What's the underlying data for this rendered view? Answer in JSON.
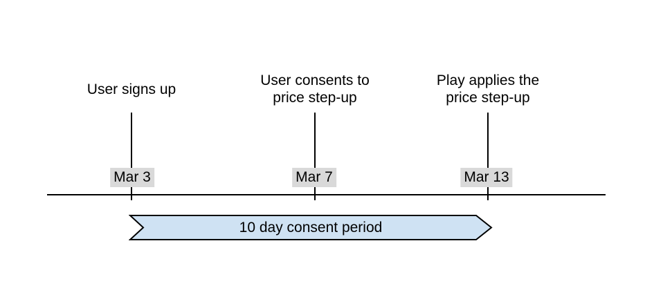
{
  "diagram": {
    "events": [
      {
        "label": "User signs up",
        "date": "Mar 3"
      },
      {
        "label": "User consents to\nprice step-up",
        "date": "Mar 7"
      },
      {
        "label": "Play applies the\nprice step-up",
        "date": "Mar 13"
      }
    ],
    "period_banner": {
      "label": "10 day consent period"
    },
    "colors": {
      "banner_fill": "#cfe2f3",
      "banner_border": "#000000",
      "date_bg": "#d9d9d9",
      "line": "#000000",
      "text": "#000000"
    }
  }
}
